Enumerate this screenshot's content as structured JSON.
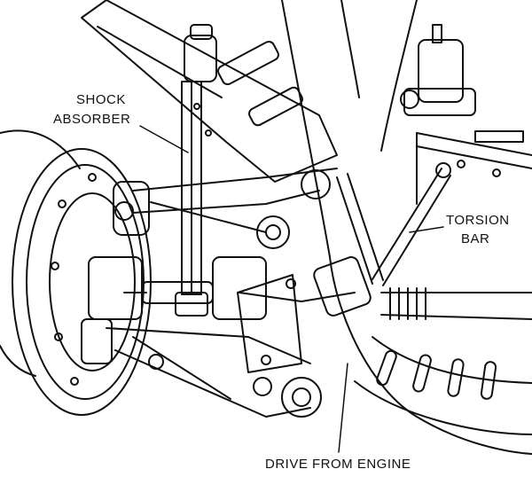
{
  "labels": {
    "shock_absorber_line1": "SHOCK",
    "shock_absorber_line2": "ABSORBER",
    "torsion_bar_line1": "TORSION",
    "torsion_bar_line2": "BAR",
    "drive_from_engine": "DRIVE FROM ENGINE"
  },
  "colors": {
    "ink": "#111111",
    "paper": "#ffffff"
  }
}
